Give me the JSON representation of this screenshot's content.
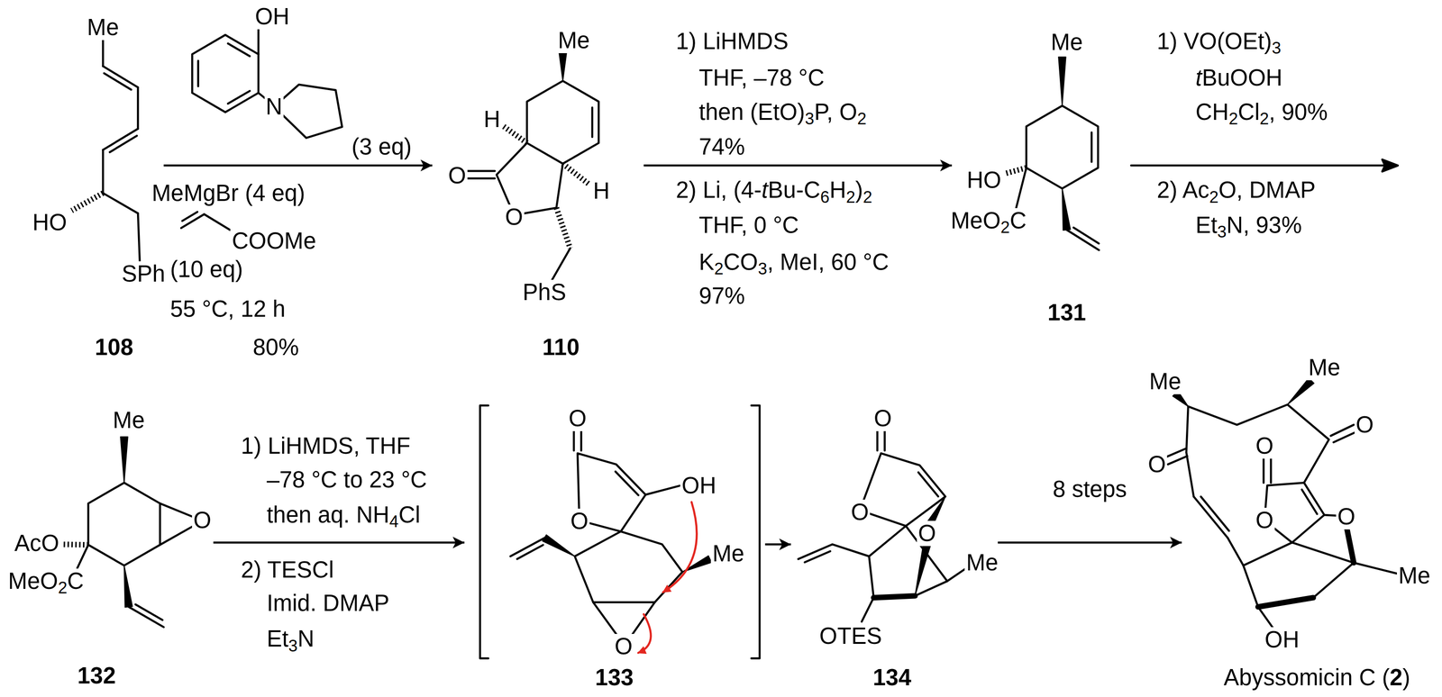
{
  "diagram": {
    "nodes": [
      {
        "text": [
          "108"
        ]
      },
      {
        "text": [
          "110"
        ]
      },
      {
        "text": [
          "131"
        ]
      },
      {
        "text": [
          "132"
        ]
      },
      {
        "text": [
          "133"
        ]
      },
      {
        "text": [
          "134"
        ]
      },
      {
        "text": [
          "Abyssomicin C (2)"
        ]
      }
    ],
    "edges": [
      {
        "from": 0,
        "to": 1,
        "arrow": "to"
      },
      {
        "from": 1,
        "to": 2,
        "arrow": "to"
      },
      {
        "from": 3,
        "to": 4,
        "arrow": "to"
      },
      {
        "from": 4,
        "to": 5,
        "arrow": "to"
      },
      {
        "from": 5,
        "to": 6,
        "arrow": "to",
        "label": "8 steps"
      }
    ],
    "labels": [
      "OH",
      "N",
      "(3 eq)",
      "MeMgBr (4 eq)",
      "COOMe",
      "(10 eq)",
      "55 °C, 12 h",
      "80%",
      "1) LiHMDS",
      "THF, –78 °C",
      "then (EtO)3P, O2",
      "74%",
      "2) Li, (4-tBu-C6H2)2",
      "THF, 0 °C",
      "K2CO3, MeI, 60 °C",
      "97%",
      "1) VO(OEt)3",
      "tBuOOH",
      "CH2Cl2, 90%",
      "2) Ac2O, DMAP",
      "Et3N, 93%",
      "1) LiHMDS, THF",
      "–78 °C to 23 °C",
      "then aq. NH4Cl",
      "2) TESCl",
      "Imid. DMAP",
      "Et3N",
      "Me",
      "HO",
      "SPh",
      "Me",
      "H",
      "O",
      "O",
      "H",
      "PhS",
      "Me",
      "HO",
      "MeO2C",
      "Me",
      "AcO",
      "MeO2C",
      "O",
      "O",
      "OH",
      "O",
      "Me",
      "O",
      "O",
      "O",
      "O",
      "Me",
      "OTES",
      "Me",
      "Me",
      "O",
      "O",
      "O",
      "O",
      "O",
      "Me",
      "OH"
    ]
  }
}
